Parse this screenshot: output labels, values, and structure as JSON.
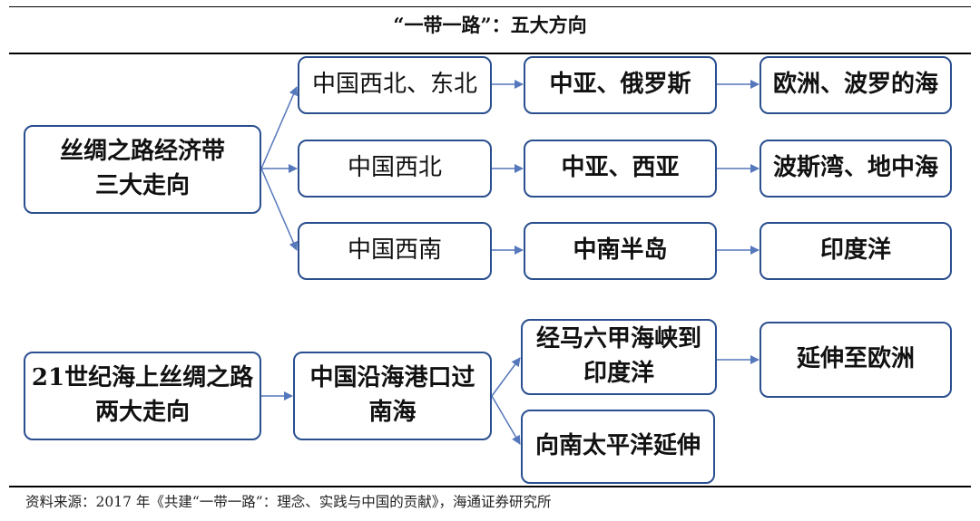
{
  "title": "“一带一路”：五大方向",
  "source": "资料来源：2017 年《共建“一带一路”：理念、实践与中国的贡献》，海通证券研究所",
  "colors": {
    "border": "#2a4f8f",
    "arrow": "#5577bb",
    "rule": "#000000"
  },
  "land": {
    "origin": {
      "line1": "丝绸之路经济带",
      "line2": "三大走向"
    },
    "rows": [
      {
        "start": "中国西北、东北",
        "mid": "中亚、俄罗斯",
        "end": "欧洲、波罗的海"
      },
      {
        "start": "中国西北",
        "mid": "中亚、西亚",
        "end": "波斯湾、地中海"
      },
      {
        "start": "中国西南",
        "mid": "中南半岛",
        "end": "印度洋"
      }
    ]
  },
  "sea": {
    "origin": {
      "line1": "21世纪海上丝绸之路",
      "line2": "两大走向"
    },
    "hub": {
      "line1": "中国沿海港口过",
      "line2": "南海"
    },
    "route1": {
      "line1": "经马六甲海峡到",
      "line2": "印度洋"
    },
    "route1_end": "延伸至欧洲",
    "route2": "向南太平洋延伸"
  }
}
